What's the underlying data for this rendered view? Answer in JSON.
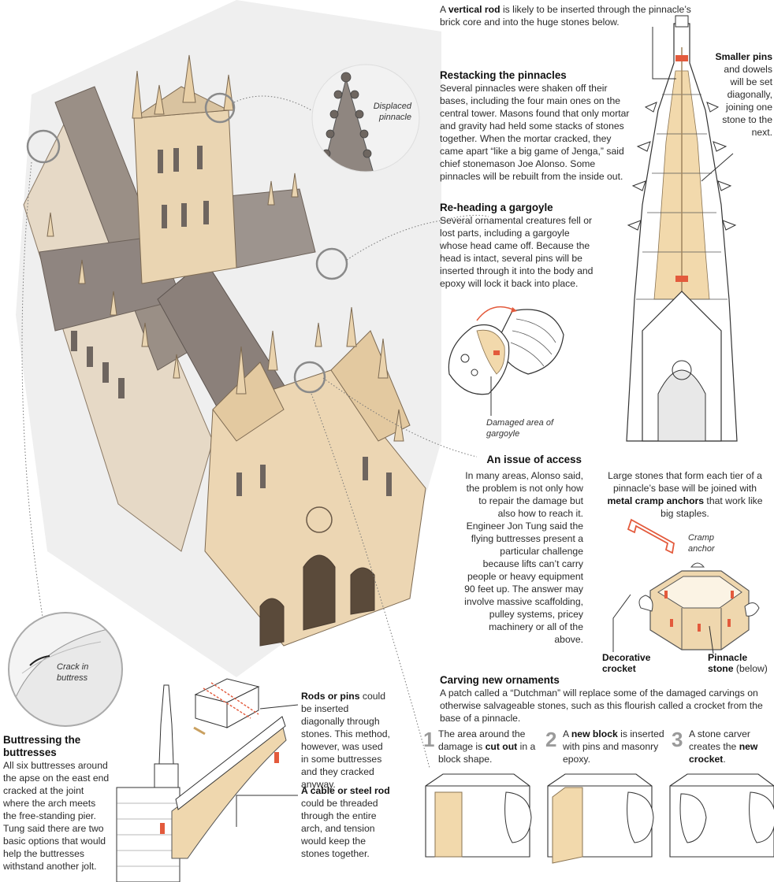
{
  "intro": {
    "pre": "A ",
    "bold": "vertical rod",
    "post": " is likely to be inserted through the pinnacle’s brick core and into the huge stones below."
  },
  "pinnacles": {
    "heading": "Restacking the pinnacles",
    "body": "Several pinnacles were shaken off their bases, including the four main ones on the central tower. Masons found that only mortar and gravity had held some stacks of stones together. When the mortar cracked, they came apart “like a big game of Jenga,” said chief stonemason Joe Alonso. Some pinnacles will be rebuilt from the inside out.",
    "callout": "Displaced pinnacle"
  },
  "smaller_pins": {
    "bold": "Smaller pins",
    "rest": "and dowels will be set diagonally, joining one stone to the next."
  },
  "gargoyle": {
    "heading": "Re-heading a gargoyle",
    "body": "Several ornamental creatures fell or lost parts, including a gargoyle whose head came off. Because the head is intact, several pins will be inserted through it into the body and epoxy will lock it back into place.",
    "caption": "Damaged area of gargoyle"
  },
  "access": {
    "heading": "An issue of access",
    "body": "In many areas, Alonso said, the problem is not only how to repair the damage but also how to reach it. Engineer Jon Tung said the flying buttresses present a particular challenge because lifts can’t carry people or heavy equipment 90 feet up. The answer may involve massive scaffolding, pulley systems, pricey machinery or all of the above."
  },
  "cramp": {
    "pre": "Large stones that form each tier of a pinnacle’s base will be joined with ",
    "bold": "metal cramp anchors",
    "post": " that work like big staples.",
    "anchor_label": "Cramp anchor",
    "crocket_label": "Decorative crocket",
    "stone_bold": "Pinnacle stone",
    "stone_rest": "(below)"
  },
  "crack": {
    "label": "Crack in buttress"
  },
  "buttress": {
    "heading": "Buttressing the buttresses",
    "body": "All six buttresses around the apse on the east end cracked at the joint where the arch meets the free-standing pier. Tung said there are two basic options that would help the buttresses withstand another jolt.",
    "rods_bold": "Rods or pins",
    "rods_rest": " could be inserted diagonally through stones. This method, however, was used in some buttresses and they cracked anyway.",
    "cable_bold": "A cable or steel rod",
    "cable_rest": " could be threaded through the entire arch, and tension would keep the stones together."
  },
  "carving": {
    "heading": "Carving new ornaments",
    "body": "A patch called a “Dutchman” will replace some of the damaged carvings on otherwise salvageable stones, such as this flourish called a crocket from the base of a pinnacle.",
    "steps": [
      {
        "num": "1",
        "pre": "The area around the damage is ",
        "bold": "cut out",
        "post": " in a block shape."
      },
      {
        "num": "2",
        "pre": "A ",
        "bold": "new block",
        "post": " is inserted with pins and masonry epoxy."
      },
      {
        "num": "3",
        "pre": "A stone carver creates the ",
        "bold": "new crocket",
        "post": "."
      }
    ]
  },
  "colors": {
    "stone": "#e8d2ad",
    "highlight": "#f2d9ac",
    "marker": "#e35a3c",
    "ink": "#3a3a3a"
  }
}
